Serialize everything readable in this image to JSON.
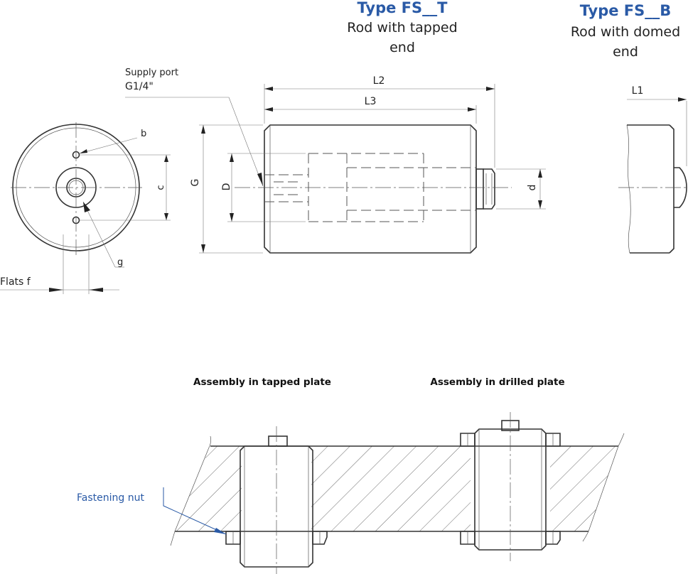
{
  "headings": {
    "type_t": {
      "title": "Type FS__T",
      "line1": "Rod with tapped",
      "line2": "end"
    },
    "type_b": {
      "title": "Type FS__B",
      "line1": "Rod with domed",
      "line2": "end"
    }
  },
  "labels": {
    "supply_port_line1": "Supply port",
    "supply_port_line2": "G1/4\"",
    "b": "b",
    "c": "c",
    "g": "g",
    "flats": "Flats f",
    "G": "G",
    "D": "D",
    "d": "d",
    "L1": "L1",
    "L2": "L2",
    "L3": "L3"
  },
  "assembly": {
    "tapped_title": "Assembly in tapped plate",
    "drilled_title": "Assembly in drilled plate",
    "fastening_nut": "Fastening nut"
  },
  "colors": {
    "accent": "#2a5aa6",
    "line": "#333333"
  }
}
